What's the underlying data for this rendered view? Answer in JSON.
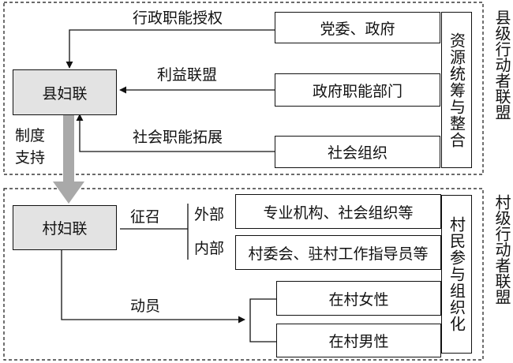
{
  "county_group": {
    "side_label": "县级行动者联盟",
    "hub": "县妇联",
    "integration_label": "资源统筹与整合",
    "sources": [
      {
        "box": "党委、政府",
        "arrow_label": "行政职能授权"
      },
      {
        "box": "政府职能部门",
        "arrow_label": "利益联盟"
      },
      {
        "box": "社会组织",
        "arrow_label": "社会职能拓展"
      }
    ]
  },
  "support_label_line1": "制度",
  "support_label_line2": "支持",
  "village_group": {
    "side_label": "村级行动者联盟",
    "hub": "村妇联",
    "organization_label": "村民参与组织化",
    "recruit": {
      "label": "征召",
      "external_label": "外部",
      "external_box": "专业机构、社会组织等",
      "internal_label": "内部",
      "internal_box": "村委会、驻村工作指导员等"
    },
    "mobilize": {
      "label": "动员",
      "women_box": "在村女性",
      "men_box": "在村男性"
    }
  }
}
